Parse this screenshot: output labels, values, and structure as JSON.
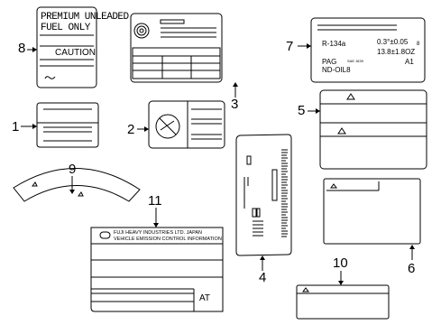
{
  "callouts": [
    "1",
    "2",
    "3",
    "4",
    "5",
    "6",
    "7",
    "8",
    "9",
    "10",
    "11"
  ],
  "label8": {
    "line1": "PREMIUM UNLEADED",
    "line2": "FUEL ONLY",
    "caution": "CAUTION"
  },
  "label7": {
    "refrigerant": "R-134a",
    "amount_kg": "0.3°±0.05",
    "unit_kg": "8",
    "amount_oz": "13.8±1.8OZ",
    "oil_type": "PAG",
    "sae": "SAE J639",
    "code": "A1",
    "oil_name": "ND-OIL8"
  },
  "label11": {
    "maker": "FUJI HEAVY INDUSTRIES LTD. JAPAN",
    "title": "VEHICLE EMISSION CONTROL INFORMATION",
    "transmission": "AT"
  }
}
